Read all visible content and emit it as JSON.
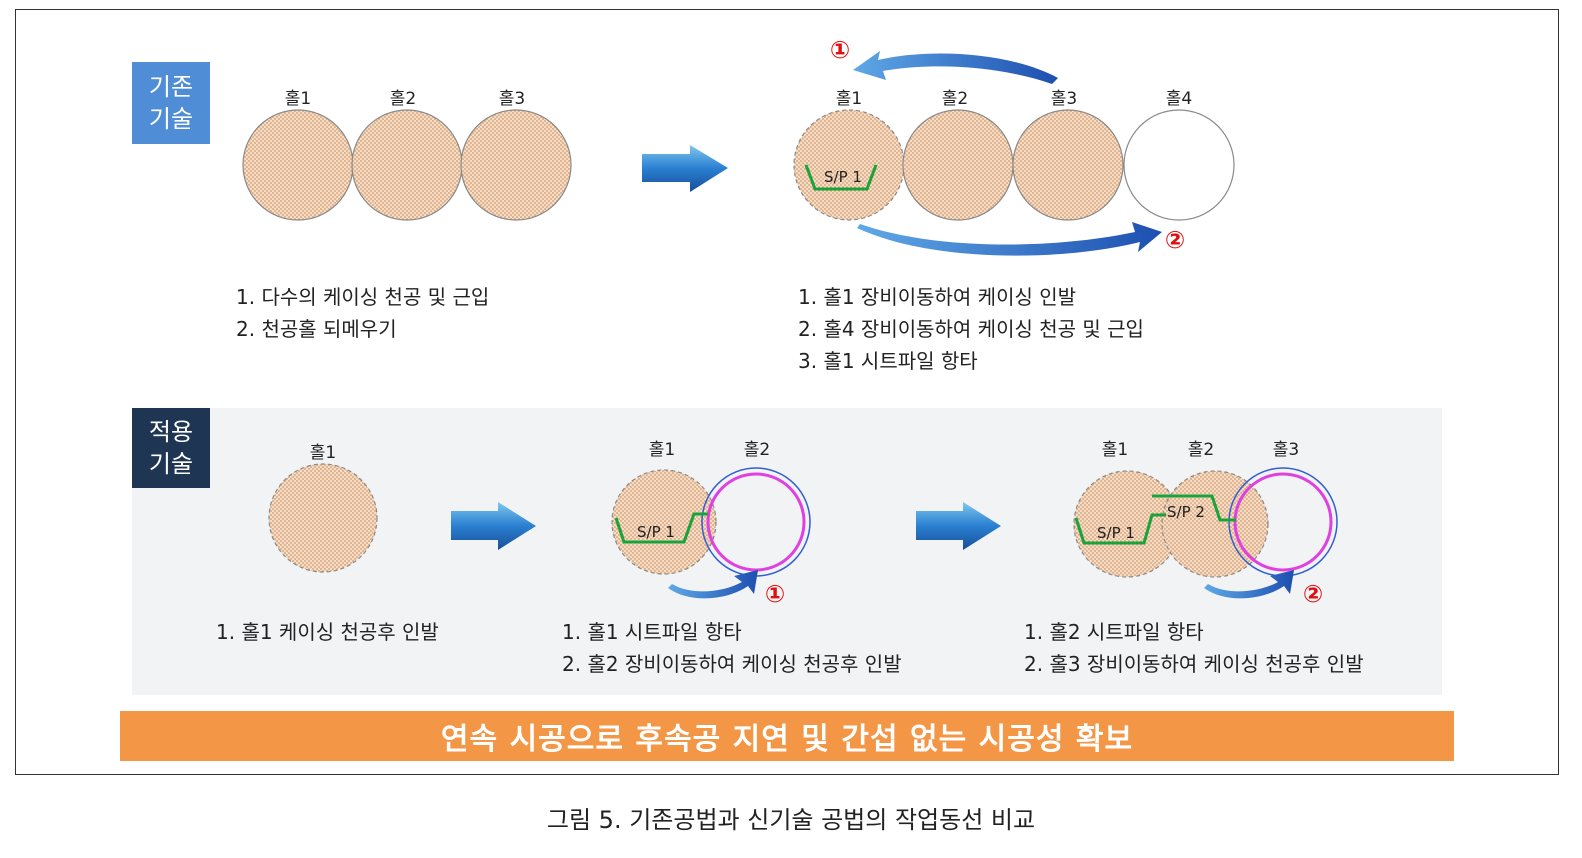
{
  "existing": {
    "tag": [
      "기존",
      "기술"
    ],
    "before": {
      "holes": [
        "홀1",
        "홀2",
        "홀3"
      ],
      "steps": [
        "1. 다수의 케이싱 천공 및 근입",
        "2. 천공홀 되메우기"
      ]
    },
    "after": {
      "holes": [
        "홀1",
        "홀2",
        "홀3",
        "홀4"
      ],
      "sp_label": "S/P 1",
      "markers": [
        "①",
        "②"
      ],
      "steps": [
        "1. 홀1 장비이동하여 케이싱 인발",
        "2. 홀4 장비이동하여 케이싱 천공 및 근입",
        "3. 홀1 시트파일 항타"
      ]
    }
  },
  "applied": {
    "tag": [
      "적용",
      "기술"
    ],
    "stage1": {
      "holes": [
        "홀1"
      ],
      "steps": [
        "1. 홀1 케이싱 천공후 인발"
      ]
    },
    "stage2": {
      "holes": [
        "홀1",
        "홀2"
      ],
      "sp_label": "S/P 1",
      "marker": "①",
      "steps": [
        "1. 홀1 시트파일 항타",
        "2. 홀2 장비이동하여 케이싱 천공후 인발"
      ]
    },
    "stage3": {
      "holes": [
        "홀1",
        "홀2",
        "홀3"
      ],
      "sp_labels": [
        "S/P 1",
        "S/P 2"
      ],
      "marker": "②",
      "steps": [
        "1. 홀2 시트파일 항타",
        "2. 홀3 장비이동하여 케이싱 천공후 인발"
      ]
    }
  },
  "banner": "연속 시공으로 후속공 지연 및 간섭 없는 시공성 확보",
  "caption": "그림 5. 기존공법과 신기술 공법의 작업동선 비교",
  "colors": {
    "existing_tag": "#4f8ed6",
    "applied_tag": "#1f3554",
    "banner": "#f39645",
    "hole_fill": "#f4d9c0",
    "sheet_pile": "#1aa33a",
    "casing_outer": "#2f5fd0",
    "casing_inner": "#e040e0",
    "marker": "#e01010",
    "arrow": "#2060b8"
  }
}
